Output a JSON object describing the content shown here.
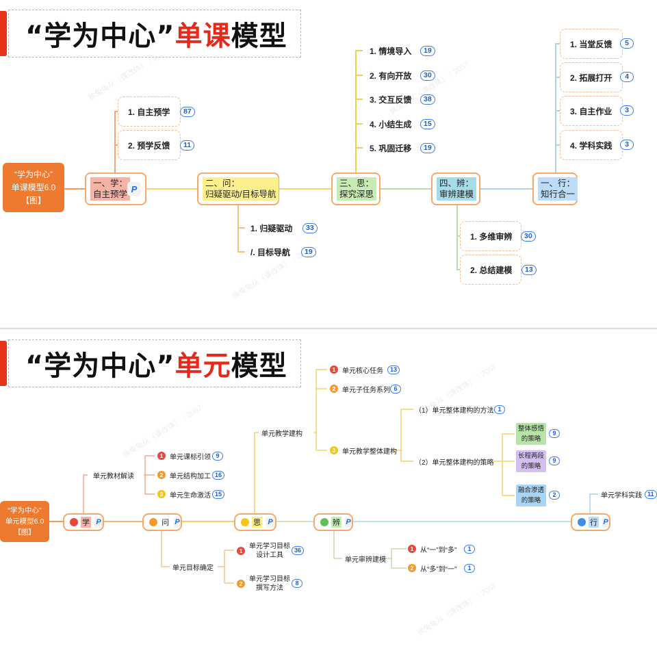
{
  "top": {
    "title_pre": "“学为中心”",
    "title_hl": "单课",
    "title_post": "模型",
    "root": {
      "line1": "“学为中心”",
      "line2": "单课模型6.0",
      "line3": "【图】"
    },
    "main": [
      {
        "label_a": "一、学：",
        "label_b": "自主预学",
        "highlight": "#f5b3a6",
        "tag": "P"
      },
      {
        "label_a": "二、问：",
        "label_b": "归疑驱动/目标导航",
        "highlight": "#fbef8e"
      },
      {
        "label_a": "三、思：",
        "label_b": "探究深思",
        "highlight": "#c8eab4"
      },
      {
        "label_a": "四、辨：",
        "label_b": "审辨建模",
        "highlight": "#a6dbe8"
      },
      {
        "label_a": "一、行：",
        "label_b": "知行合一",
        "highlight": "#bcdcf7"
      }
    ],
    "leaves_xue": [
      {
        "label": "1. 自主预学",
        "count": "87"
      },
      {
        "label": "2. 预学反馈",
        "count": "11"
      }
    ],
    "leaves_wen": [
      {
        "label": "1. 归疑驱动",
        "count": "33"
      },
      {
        "label": "/. 目标导航",
        "count": "19"
      }
    ],
    "leaves_si": [
      {
        "label": "1. 情境导入",
        "count": "19"
      },
      {
        "label": "2. 有向开放",
        "count": "30"
      },
      {
        "label": "3. 交互反馈",
        "count": "38"
      },
      {
        "label": "4. 小结生成",
        "count": "15"
      },
      {
        "label": "5. 巩固迁移",
        "count": "19"
      }
    ],
    "leaves_bian": [
      {
        "label": "1. 多维审辨",
        "count": "30"
      },
      {
        "label": "2. 总结建模",
        "count": "13"
      }
    ],
    "leaves_xing": [
      {
        "label": "1. 当堂反馈",
        "count": "5"
      },
      {
        "label": "2. 拓展打开",
        "count": "4"
      },
      {
        "label": "3. 自主作业",
        "count": "3"
      },
      {
        "label": "4. 学科实践",
        "count": "3"
      }
    ]
  },
  "bottom": {
    "title_pre": "“学为中心”",
    "title_hl": "单元",
    "title_post": "模型",
    "root": {
      "line1": "“学为中心”",
      "line2": "单元模型6.0",
      "line3": "【图】"
    },
    "main": [
      {
        "label": "学",
        "dot": "#e8473a",
        "highlight": "#f5b3a6",
        "tag": "P"
      },
      {
        "label": "问",
        "dot": "#f29b2c",
        "tag": "P"
      },
      {
        "label": "思",
        "dot": "#f5c518",
        "highlight": "#fbef8e",
        "tag": "P"
      },
      {
        "label": "辨",
        "dot": "#5fbf5a",
        "highlight": "#c8eab4",
        "tag": "P"
      },
      {
        "label": "行",
        "dot": "#3f8ee8",
        "highlight": "#bcdcf7",
        "tag": "P"
      }
    ],
    "xue_branch": "单元教材解读",
    "xue_leaves": [
      {
        "num": "1",
        "label": "单元课标引领",
        "count": "9",
        "color": "#e8473a"
      },
      {
        "num": "2",
        "label": "单元结构加工",
        "count": "16",
        "color": "#f29b2c"
      },
      {
        "num": "3",
        "label": "单元生命激活",
        "count": "15",
        "color": "#f5c518"
      }
    ],
    "wen_branch": "单元目标确定",
    "wen_leaves": [
      {
        "num": "1",
        "line1": "单元学习目标",
        "line2": "设计工具",
        "count": "36",
        "color": "#e8473a"
      },
      {
        "num": "2",
        "line1": "单元学习目标",
        "line2": "撰写方法",
        "count": "8",
        "color": "#f29b2c"
      }
    ],
    "si_branch": "单元教学建构",
    "si_leaves": [
      {
        "num": "1",
        "label": "单元核心任务",
        "count": "13",
        "color": "#e8473a"
      },
      {
        "num": "2",
        "label": "单元子任务系列",
        "count": "6",
        "color": "#f29b2c"
      },
      {
        "num": "3",
        "label": "单元教学整体建构",
        "color": "#f5c518"
      }
    ],
    "si_sub": [
      {
        "label": "（1）单元整体建构的方法",
        "count": "1"
      },
      {
        "label": "（2）单元整体建构的策略"
      }
    ],
    "si_strategies": [
      {
        "line1": "整体感悟",
        "line2": "的策略",
        "count": "9",
        "bg": "#b6e3a6"
      },
      {
        "line1": "长程两段",
        "line2": "的策略",
        "count": "9",
        "bg": "#d5bff0"
      },
      {
        "line1": "融合渗透",
        "line2": "的策略",
        "count": "2",
        "bg": "#a9d4f3"
      }
    ],
    "bian_branch": "单元审辨建模",
    "bian_leaves": [
      {
        "num": "1",
        "label": "从“一”到“多”",
        "count": "1",
        "color": "#e8473a"
      },
      {
        "num": "2",
        "label": "从“多”到“一”",
        "count": "1",
        "color": "#f29b2c"
      }
    ],
    "xing_leaf": {
      "label": "单元学科实践",
      "count": "11"
    }
  },
  "colors": {
    "accent": "#e52a1c",
    "root": "#ee7a2f",
    "badge": "#3b7de8",
    "node_border": "#f5a86a"
  }
}
